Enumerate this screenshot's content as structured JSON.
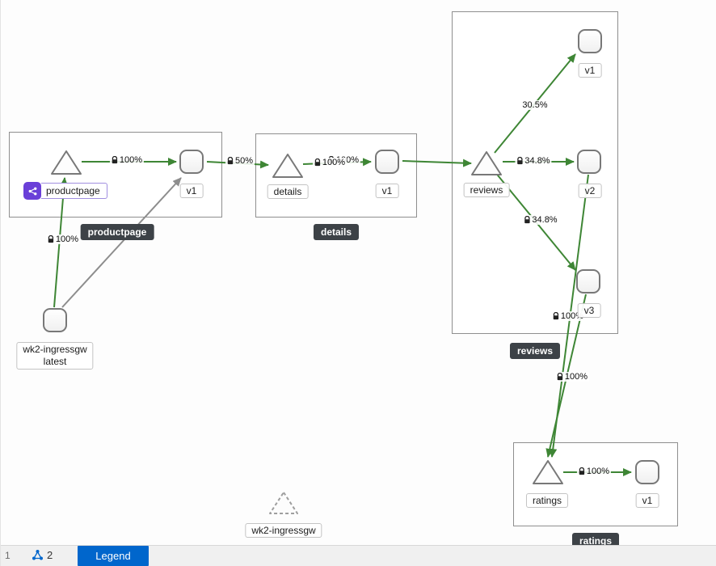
{
  "colors": {
    "edge_healthy": "#3e8635",
    "edge_idle": "#8d8d8d",
    "app_badge_purple": "#6a3fd8",
    "legend_blue": "#0066cc"
  },
  "groups": {
    "productpage": "productpage",
    "details": "details",
    "reviews": "reviews",
    "ratings": "ratings"
  },
  "nodes": {
    "productpage_service": "productpage",
    "productpage_v1": "v1",
    "details_service": "details",
    "details_v1": "v1",
    "reviews_service": "reviews",
    "reviews_v1": "v1",
    "reviews_v2": "v2",
    "reviews_v3": "v3",
    "ratings_service": "ratings",
    "ratings_v1": "v1",
    "ingress_workload_line1": "wk2-ingressgw",
    "ingress_workload_line2": "latest",
    "ingress_idle_service": "wk2-ingressgw"
  },
  "edges": {
    "ingress_to_productpage": "100%",
    "productpage_to_v1": "100%",
    "productpage_v1_to_details": "50%",
    "details_to_v1": "100%",
    "productpage_to_reviews": "100%",
    "reviews_to_v1": "30.5%",
    "reviews_to_v2": "34.8%",
    "reviews_to_v3": "34.8%",
    "reviews_v3_to_ratings": "100%",
    "reviews_v2_to_ratings": "100%",
    "ratings_to_v1": "100%"
  },
  "statusbar": {
    "page_indicator": "1",
    "app_count": "2",
    "legend_button": "Legend"
  }
}
